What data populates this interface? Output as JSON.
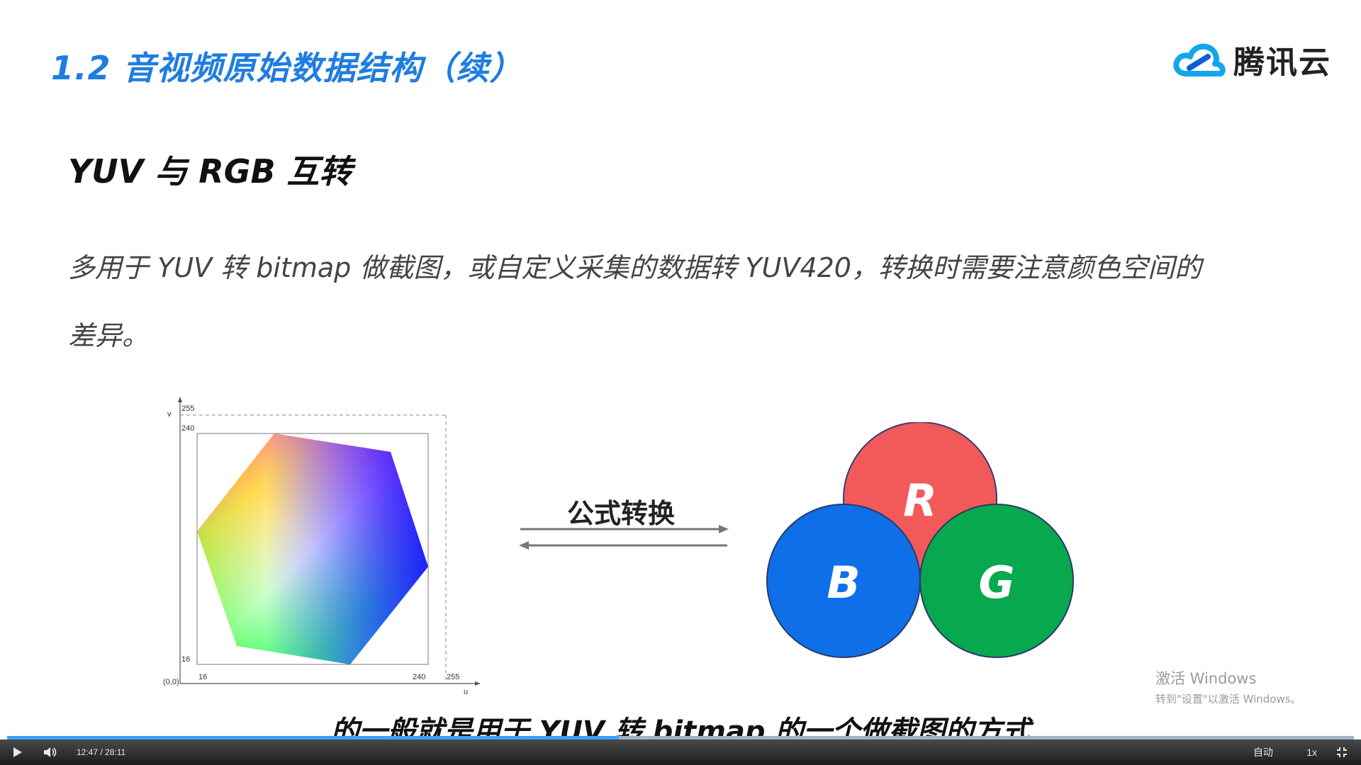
{
  "slide": {
    "title": "1.2 音视频原始数据结构（续）",
    "logo_text": "腾讯云",
    "section_heading": "YUV 与 RGB 互转",
    "body_text": "多用于 YUV 转 bitmap 做截图，或自定义采集的数据转 YUV420，转换时需要注意颜色空间的差异。"
  },
  "yuv_plot": {
    "axis_v_label": "v",
    "axis_u_label": "u",
    "origin_label": "(0,0)",
    "y_ticks": [
      "255",
      "240",
      "16"
    ],
    "x_ticks": [
      "16",
      "240",
      "255"
    ]
  },
  "conversion": {
    "label": "公式转换"
  },
  "rgb_diagram": {
    "r_label": "R",
    "g_label": "G",
    "b_label": "B",
    "r_color": "#f25a5a",
    "g_color": "#08a84e",
    "b_color": "#0f6fe8"
  },
  "subtitle": "的一般就是用于 YUV 转 bitmap 的一个做截图的方式",
  "watermark": {
    "title": "激活 Windows",
    "sub": "转到\"设置\"以激活 Windows。"
  },
  "player": {
    "time": "12:47 / 28:11",
    "progress": 0.454,
    "quality_label": "自动",
    "speed_label": "1x"
  },
  "colors": {
    "title_blue": "#1f7de0",
    "progress_blue": "#3aa3ff"
  }
}
